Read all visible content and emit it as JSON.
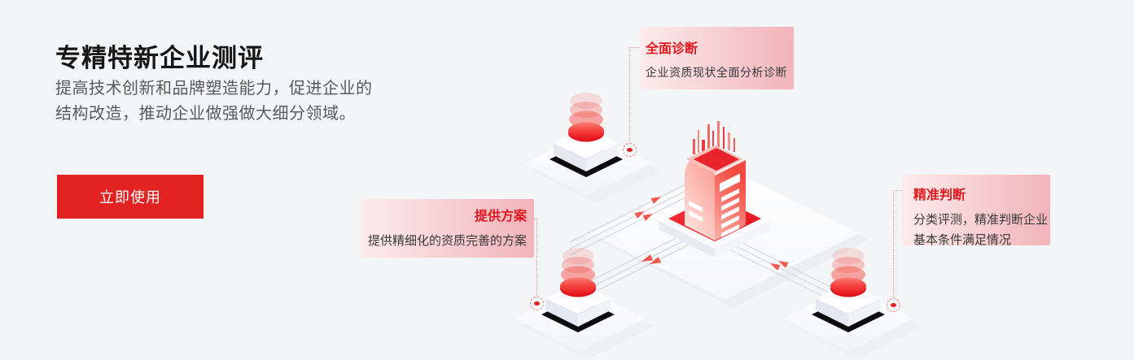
{
  "page": {
    "background": "#f4f5f7"
  },
  "hero": {
    "title": "专精特新企业测评",
    "description_lines": [
      "提高技术创新和品牌塑造能力，促进企业的",
      "结构改造，推动企业做强做大细分领域。"
    ],
    "cta_label": "立即使用"
  },
  "callouts": [
    {
      "title": "全面诊断",
      "description_lines": [
        "企业资质现状全面分析诊断"
      ]
    },
    {
      "title": "提供方案",
      "description_lines": [
        "提供精细化的资质完善的方案"
      ]
    },
    {
      "title": "精准判断",
      "description_lines": [
        "分类评测，精准判断企业",
        "基本条件满足情况"
      ]
    }
  ],
  "colors": {
    "accent_red": "#e32222",
    "callout_title_red": "#e0191f",
    "callout_gradient_start": "#fdeceb",
    "callout_gradient_end": "#f1b4ba",
    "title_text": "#161616",
    "body_text": "#5a5a5a",
    "connector_red": "#ec8a85",
    "background": "#f4f5f7"
  },
  "illustration": {
    "type": "isometric-scene",
    "elements": [
      "central-tower-building",
      "red-base-platform",
      "node-platform-top-left",
      "node-platform-bottom-left",
      "node-platform-bottom-right",
      "flow-lines-with-arrows",
      "dotted-callout-connectors"
    ]
  }
}
